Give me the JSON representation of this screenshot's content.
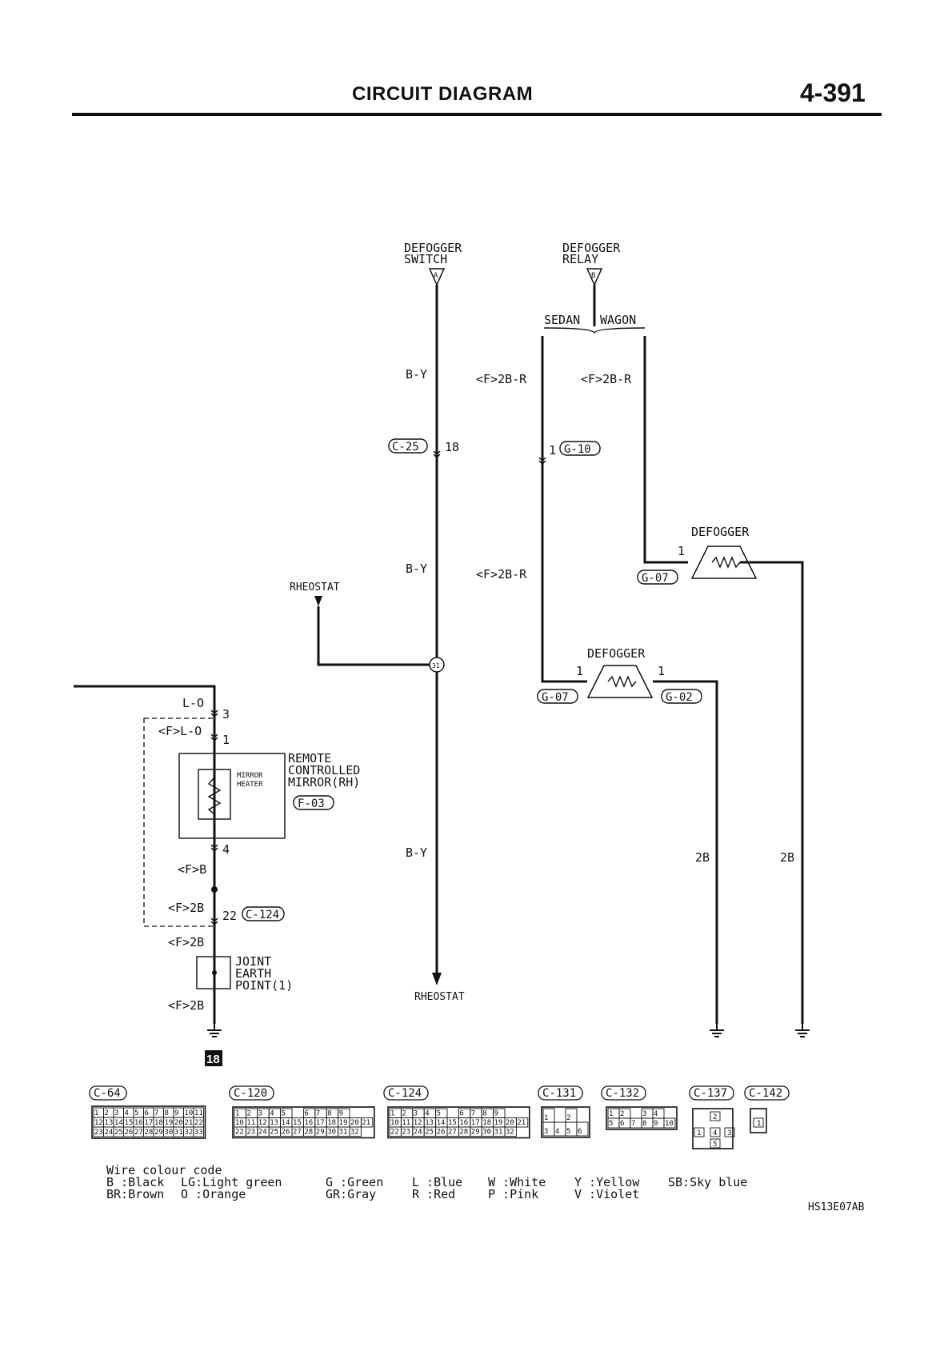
{
  "header": {
    "title": "CIRCUIT DIAGRAM",
    "page_number": "4-391"
  },
  "terminals": {
    "defogger_switch": {
      "label_l1": "DEFOGGER",
      "label_l2": "SWITCH",
      "letter": "A"
    },
    "defogger_relay": {
      "label_l1": "DEFOGGER",
      "label_l2": "RELAY",
      "letter": "B"
    }
  },
  "branch": {
    "sedan": "SEDAN",
    "wagon": "WAGON"
  },
  "wires": {
    "by_top": "B-Y",
    "by_mid": "B-Y",
    "by_bottom": "B-Y",
    "f2br_sedan_top": "<F>2B-R",
    "f2br_wagon_top": "<F>2B-R",
    "f2br_sedan_mid": "<F>2B-R",
    "lo": "L-O",
    "flo": "<F>L-O",
    "fb": "<F>B",
    "f2b_1": "<F>2B",
    "f2b_2": "<F>2B",
    "f2b_3": "<F>2B",
    "b2_left": "2B",
    "b2_right": "2B"
  },
  "connectors": {
    "c25": {
      "code": "C-25",
      "pin": "18"
    },
    "g10": {
      "code": "G-10",
      "pin": "1"
    },
    "g07_upper": {
      "code": "G-07",
      "pin": "1"
    },
    "g07_lower": {
      "code": "G-07",
      "pin": "1"
    },
    "g02": {
      "code": "G-02",
      "pin": "1"
    },
    "c124_mid": {
      "code": "C-124",
      "pin": "22"
    },
    "f03": {
      "code": "F-03"
    },
    "pin3": "3",
    "pin1": "1",
    "pin4": "4",
    "junction": "31"
  },
  "components": {
    "defogger_upper": "DEFOGGER",
    "defogger_lower": "DEFOGGER",
    "rheostat_top": "RHEOSTAT",
    "rheostat_bottom": "RHEOSTAT",
    "remote_mirror": {
      "l1": "REMOTE",
      "l2": "CONTROLLED",
      "l3": "MIRROR(RH)"
    },
    "mirror_heater": {
      "l1": "MIRROR",
      "l2": "HEATER"
    },
    "joint_earth": {
      "l1": "JOINT",
      "l2": "EARTH",
      "l3": "POINT(1)"
    },
    "earth_ref": "18"
  },
  "connector_views": {
    "c64": {
      "code": "C-64",
      "rows": [
        [
          "1",
          "2",
          "3",
          "4",
          "5",
          "6",
          "7",
          "8",
          "9",
          "10",
          "11"
        ],
        [
          "12",
          "13",
          "14",
          "15",
          "16",
          "17",
          "18",
          "19",
          "20",
          "21",
          "22"
        ],
        [
          "23",
          "24",
          "25",
          "26",
          "27",
          "28",
          "29",
          "30",
          "31",
          "32",
          "33"
        ]
      ]
    },
    "c120": {
      "code": "C-120",
      "rows": [
        [
          "1",
          "2",
          "3",
          "4",
          "5",
          "",
          "6",
          "7",
          "8",
          "9"
        ],
        [
          "10",
          "11",
          "12",
          "13",
          "14",
          "15",
          "16",
          "17",
          "18",
          "19",
          "20",
          "21"
        ],
        [
          "22",
          "23",
          "24",
          "25",
          "26",
          "27",
          "28",
          "29",
          "30",
          "31",
          "32"
        ]
      ]
    },
    "c124": {
      "code": "C-124",
      "rows": [
        [
          "1",
          "2",
          "3",
          "4",
          "5",
          "",
          "6",
          "7",
          "8",
          "9"
        ],
        [
          "10",
          "11",
          "12",
          "13",
          "14",
          "15",
          "16",
          "17",
          "18",
          "19",
          "20",
          "21"
        ],
        [
          "22",
          "23",
          "24",
          "25",
          "26",
          "27",
          "28",
          "29",
          "30",
          "31",
          "32"
        ]
      ]
    },
    "c131": {
      "code": "C-131",
      "rows": [
        [
          "1",
          "",
          "2"
        ],
        [
          "3",
          "4",
          "5",
          "6"
        ]
      ]
    },
    "c132": {
      "code": "C-132",
      "rows": [
        [
          "1",
          "2",
          "",
          "3",
          "4"
        ],
        [
          "5",
          "6",
          "7",
          "8",
          "9",
          "10"
        ]
      ]
    },
    "c137": {
      "code": "C-137",
      "pins": [
        "1",
        "2",
        "3",
        "4",
        "5"
      ]
    },
    "c142": {
      "code": "C-142",
      "pins": [
        "1"
      ]
    }
  },
  "legend": {
    "title": "Wire colour code",
    "row1": [
      "B :Black",
      "LG:Light green",
      "G :Green",
      "L :Blue",
      "W :White",
      "Y :Yellow",
      "SB:Sky blue"
    ],
    "row2": [
      "BR:Brown",
      "O :Orange",
      "GR:Gray",
      "R :Red",
      "P :Pink",
      "V :Violet"
    ]
  },
  "doc_code": "HS13E07AB"
}
